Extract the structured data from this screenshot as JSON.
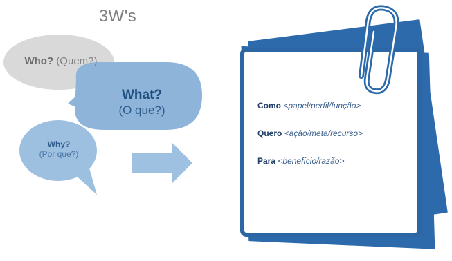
{
  "title": "3W's",
  "bubbles": {
    "who": {
      "question": "Who?",
      "translation": "(Quem?)"
    },
    "what": {
      "question": "What?",
      "translation": "(O que?)"
    },
    "why": {
      "question": "Why?",
      "translation": "(Por que?)"
    }
  },
  "story": {
    "lines": [
      {
        "keyword": "Como",
        "placeholder": "<papel/perfil/função>"
      },
      {
        "keyword": "Quero",
        "placeholder": "<ação/meta/recurso>"
      },
      {
        "keyword": "Para",
        "placeholder": "<benefício/razão>"
      }
    ]
  },
  "colors": {
    "who_bubble": "#d9d9d9",
    "what_bubble": "#8fb4da",
    "why_bubble": "#9dbfe0",
    "arrow": "#9ec1e2",
    "card_back": "#2d6aab",
    "card_border": "#2c66a4",
    "clip": "#2d6aab"
  },
  "icons": [
    "arrow-right-icon",
    "paperclip-icon"
  ]
}
